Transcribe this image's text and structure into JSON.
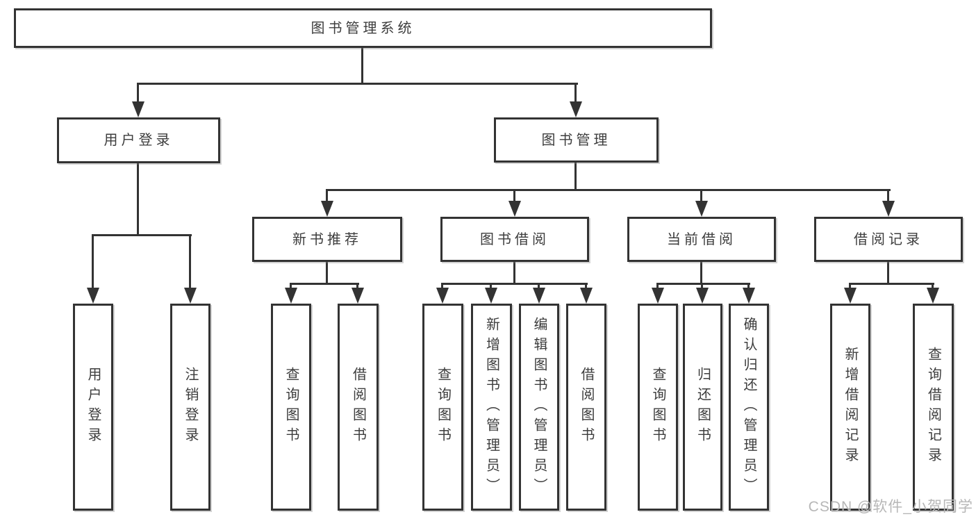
{
  "diagram": {
    "root": {
      "label": "图书管理系统"
    },
    "level2": [
      {
        "label": "用户登录"
      },
      {
        "label": "图书管理"
      }
    ],
    "level3": [
      {
        "label": "新书推荐"
      },
      {
        "label": "图书借阅"
      },
      {
        "label": "当前借阅"
      },
      {
        "label": "借阅记录"
      }
    ],
    "leaves": [
      {
        "label": "用户登录"
      },
      {
        "label": "注销登录"
      },
      {
        "label": "查询图书"
      },
      {
        "label": "借阅图书"
      },
      {
        "label": "查询图书"
      },
      {
        "label": "新增图书（管理员）"
      },
      {
        "label": "编辑图书（管理员）"
      },
      {
        "label": "借阅图书"
      },
      {
        "label": "查询图书"
      },
      {
        "label": "归还图书"
      },
      {
        "label": "确认归还（管理员）"
      },
      {
        "label": "新增借阅记录"
      },
      {
        "label": "查询借阅记录"
      }
    ]
  },
  "watermark": {
    "text": "CSDN @软件_小贺同学"
  },
  "colors": {
    "line": "#333333",
    "text": "#3d3d3d",
    "box_bg": "#ffffff",
    "watermark": "#b7b7b7"
  }
}
